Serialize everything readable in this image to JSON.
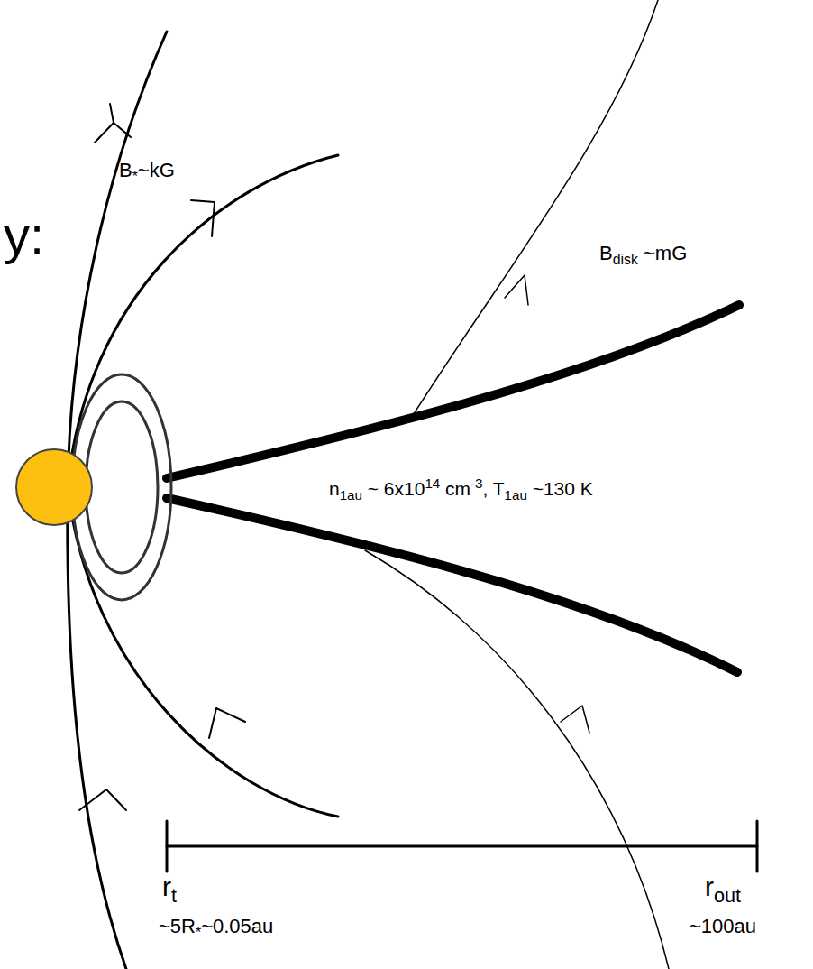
{
  "diagram": {
    "labels": [
      "y:",
      "B",
      "*",
      "~kG",
      "B",
      "disk",
      " ~mG",
      "n",
      "1au",
      " ~ 6x10",
      "14",
      " cm",
      "-3",
      ", T",
      "1au",
      " ~130 K",
      "r",
      "t",
      "~5R",
      "*",
      "~0.05au",
      "r",
      "out",
      "~100au"
    ]
  }
}
